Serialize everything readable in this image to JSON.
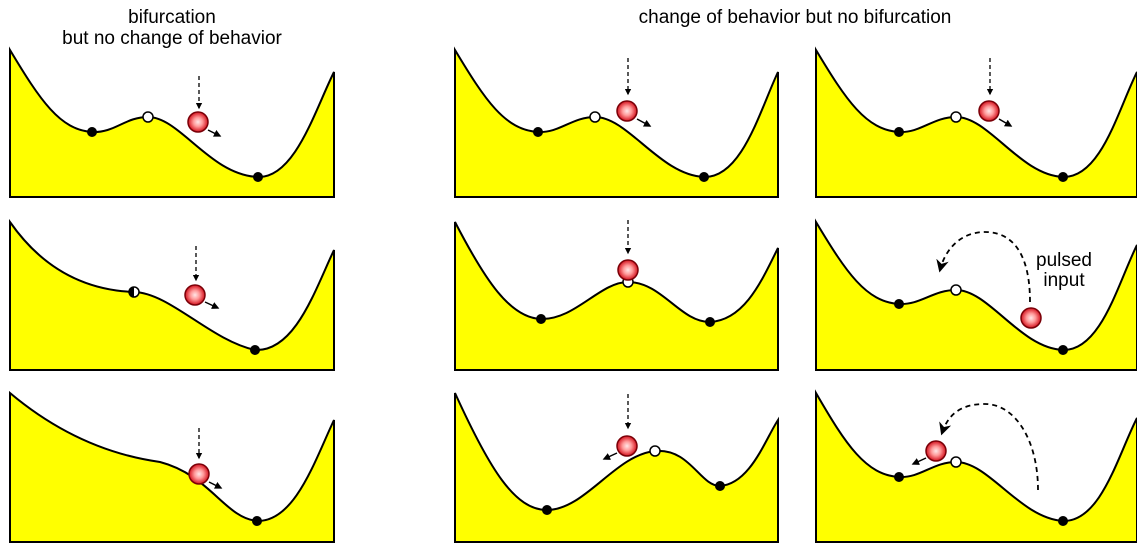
{
  "headings": {
    "left_line1": "bifurcation",
    "left_line2": "but no change of behavior",
    "right": "change of behavior but no bifurcation"
  },
  "pulse_label": {
    "line1": "pulsed",
    "line2": "input"
  },
  "colors": {
    "landscape_fill": "#ffff00",
    "landscape_stroke": "#000000",
    "stable_point": "#000000",
    "unstable_point": "#ffffff",
    "ball": "#e0202a",
    "ball_highlight": "#ffb3b3"
  },
  "panels": [
    {
      "id": "left-top"
    },
    {
      "id": "left-middle"
    },
    {
      "id": "left-bottom"
    },
    {
      "id": "center-top"
    },
    {
      "id": "center-middle"
    },
    {
      "id": "center-bottom"
    },
    {
      "id": "right-top"
    },
    {
      "id": "right-middle"
    },
    {
      "id": "right-bottom"
    }
  ]
}
